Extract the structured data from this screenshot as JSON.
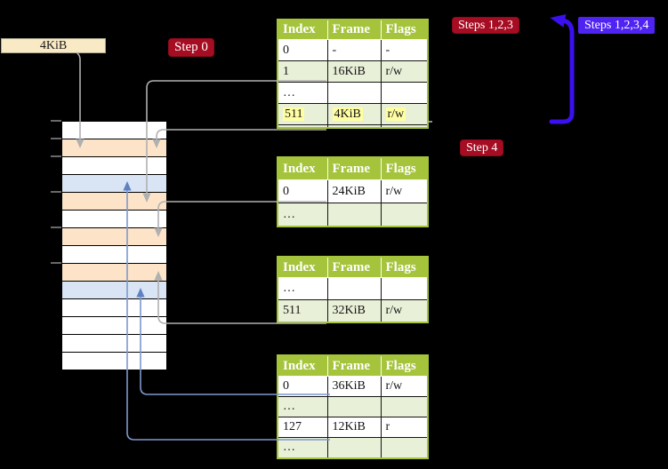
{
  "labels": {
    "page_box": "4KiB",
    "step0": "Step 0",
    "steps123": "Steps 1,2,3",
    "steps1234": "Steps 1,2,3,4",
    "step4": "Step 4"
  },
  "memory": {
    "row_pattern": [
      "white",
      "peach",
      "white",
      "blue",
      "peach",
      "white",
      "peach",
      "white",
      "peach",
      "blue",
      "white",
      "white",
      "white",
      "white"
    ],
    "colors": {
      "white": "#ffffff",
      "peach": "#fde4c9",
      "blue": "#d9e5f4"
    }
  },
  "tables": {
    "headers": [
      "Index",
      "Frame",
      "Flags"
    ],
    "t1": {
      "rows": [
        {
          "c": [
            "0",
            "-",
            "-"
          ]
        },
        {
          "c": [
            "1",
            "16KiB",
            "r/w"
          ]
        },
        {
          "c": [
            "…",
            "",
            ""
          ]
        },
        {
          "c": [
            "511",
            "4KiB",
            "r/w"
          ]
        }
      ]
    },
    "t2": {
      "rows": [
        {
          "c": [
            "0",
            "24KiB",
            "r/w"
          ]
        },
        {
          "c": [
            "…",
            "",
            ""
          ]
        }
      ]
    },
    "t3": {
      "rows": [
        {
          "c": [
            "…",
            "",
            ""
          ]
        },
        {
          "c": [
            "511",
            "32KiB",
            "r/w"
          ]
        }
      ]
    },
    "t4": {
      "rows": [
        {
          "c": [
            "0",
            "36KiB",
            "r/w"
          ]
        },
        {
          "c": [
            "…",
            "",
            ""
          ]
        },
        {
          "c": [
            "127",
            "12KiB",
            "r"
          ]
        },
        {
          "c": [
            "…",
            "",
            ""
          ]
        }
      ]
    }
  },
  "palette": {
    "table_header_green": "#a5c43c",
    "row_alt_green": "#e9f0d8",
    "highlight_yellow": "#ffffa2",
    "badge_red": "#a60d22",
    "badge_blue": "#4f23f2",
    "loop_arrow_blue": "#3b10ee",
    "connector_gray": "#b0b0b0",
    "connector_blue": "#7d98cd",
    "frame_peach": "#fde4c9",
    "frame_blue": "#d9e5f4",
    "page_box_cream": "#f9e9c5"
  }
}
